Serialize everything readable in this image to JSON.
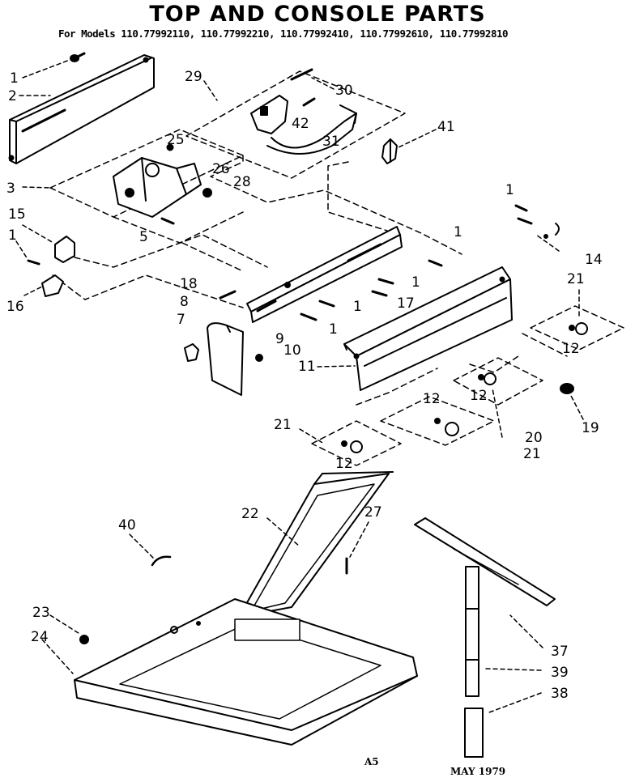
{
  "title": "TOP AND CONSOLE PARTS",
  "models_line": "For Models 110.77992110, 110.77992210, 110.77992410, 110.77992610, 110.77992810",
  "callouts": {
    "c1a": "1",
    "c2": "2",
    "c29": "29",
    "c30": "30",
    "c42": "42",
    "c31": "31",
    "c41": "41",
    "c25": "25",
    "c26": "26",
    "c28": "28",
    "c3": "3",
    "c5": "5",
    "c15": "15",
    "c1b": "1",
    "c16": "16",
    "c1c": "1",
    "c1d": "1",
    "c17": "17",
    "c1e": "1",
    "c1f": "1",
    "c18": "18",
    "c8": "8",
    "c7": "7",
    "c9": "9",
    "c10": "10",
    "c11": "11",
    "c1g": "1",
    "c14": "14",
    "c21a": "21",
    "c12a": "12",
    "c12b": "12",
    "c19": "19",
    "c12c": "12",
    "c20": "20",
    "c21b": "21",
    "c21c": "21",
    "c12d": "12",
    "c22": "22",
    "c27": "27",
    "c40": "40",
    "c23": "23",
    "c24": "24",
    "c37": "37",
    "c39": "39",
    "c38": "38"
  },
  "footer": {
    "page_code": "A5",
    "date": "MAY 1979"
  }
}
